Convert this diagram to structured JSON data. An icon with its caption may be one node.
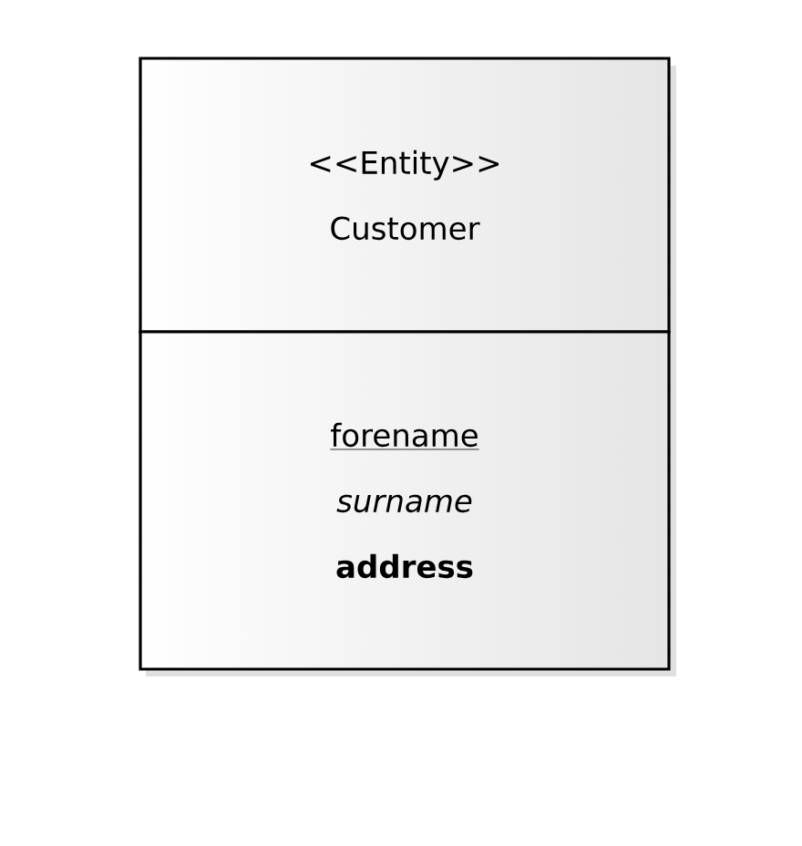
{
  "diagram": {
    "nodes": [
      {
        "text": [
          "<<Entity>>",
          "Customer"
        ]
      },
      {
        "text": [
          "forename",
          "surname",
          "address"
        ]
      }
    ]
  }
}
